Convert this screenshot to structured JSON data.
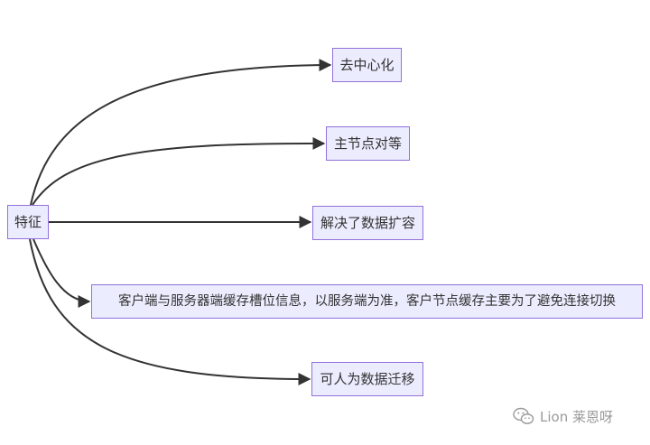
{
  "diagram": {
    "root": "特征",
    "branches": [
      "去中心化",
      "主节点对等",
      "解决了数据扩容",
      "客户端与服务器端缓存槽位信息，以服务端为准，客户节点缓存主要为了避免连接切换",
      "可人为数据迁移"
    ]
  },
  "watermark": {
    "icon": "wechat-icon",
    "text": "Lion 莱恩呀"
  },
  "colors": {
    "node_fill": "#ececff",
    "node_border": "#9370db",
    "edge": "#333333",
    "text": "#333333",
    "watermark": "#9a9a9a"
  }
}
